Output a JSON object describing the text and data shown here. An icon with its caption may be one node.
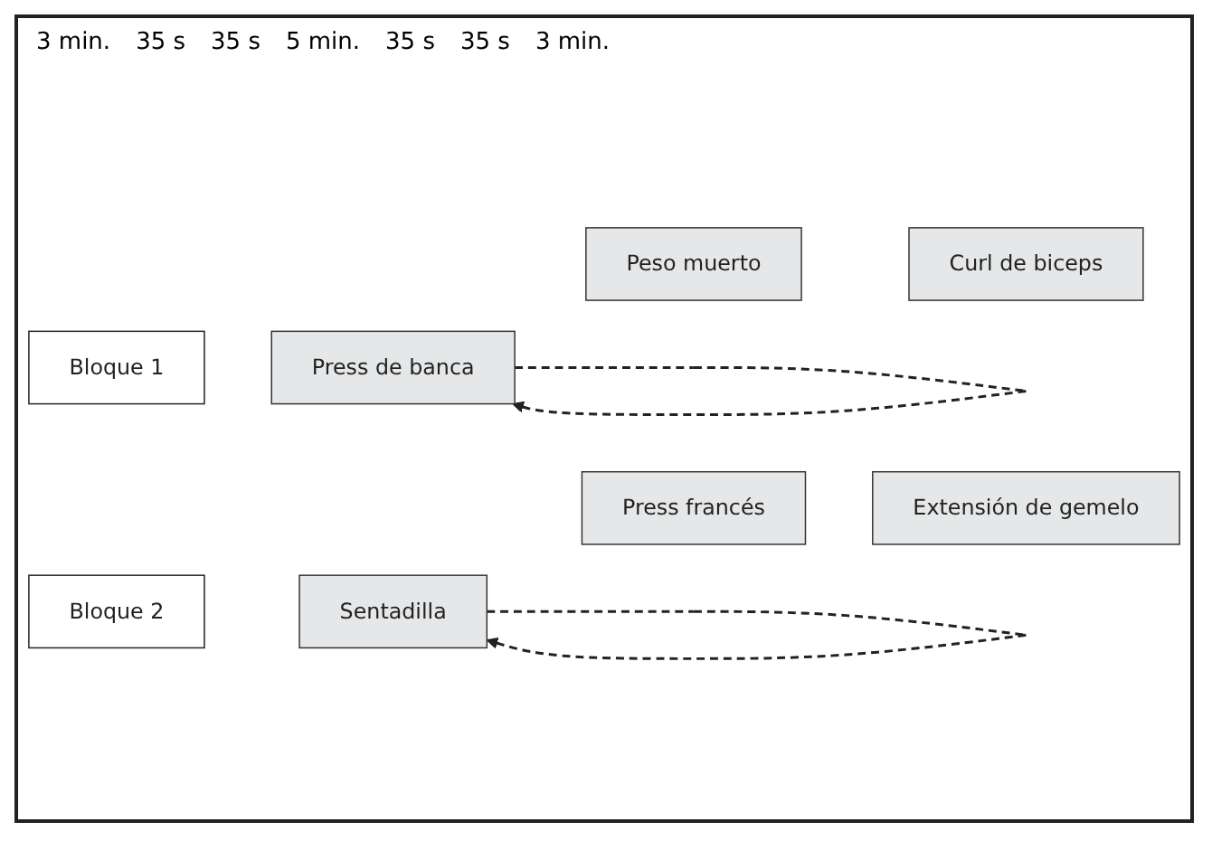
{
  "diagram": {
    "nodes": [
      {
        "text": [
          "Bloque 1"
        ]
      },
      {
        "text": [
          "Press de banca"
        ]
      },
      {
        "text": [
          "Peso muerto"
        ]
      },
      {
        "text": [
          "Curl de biceps"
        ]
      },
      {
        "text": [
          "Bloque 2"
        ]
      },
      {
        "text": [
          "Sentadilla"
        ]
      },
      {
        "text": [
          "Press francés"
        ]
      },
      {
        "text": [
          "Extensión de gemelo"
        ]
      }
    ],
    "edges": [
      {
        "from": 1,
        "to": 1,
        "arrow": "to",
        "style": "dashed"
      },
      {
        "from": 5,
        "to": 5,
        "arrow": "to",
        "style": "dashed"
      }
    ],
    "labels": [
      "3 min.",
      "35 s",
      "35 s",
      "5 min.",
      "35 s",
      "35 s",
      "3 min."
    ]
  }
}
